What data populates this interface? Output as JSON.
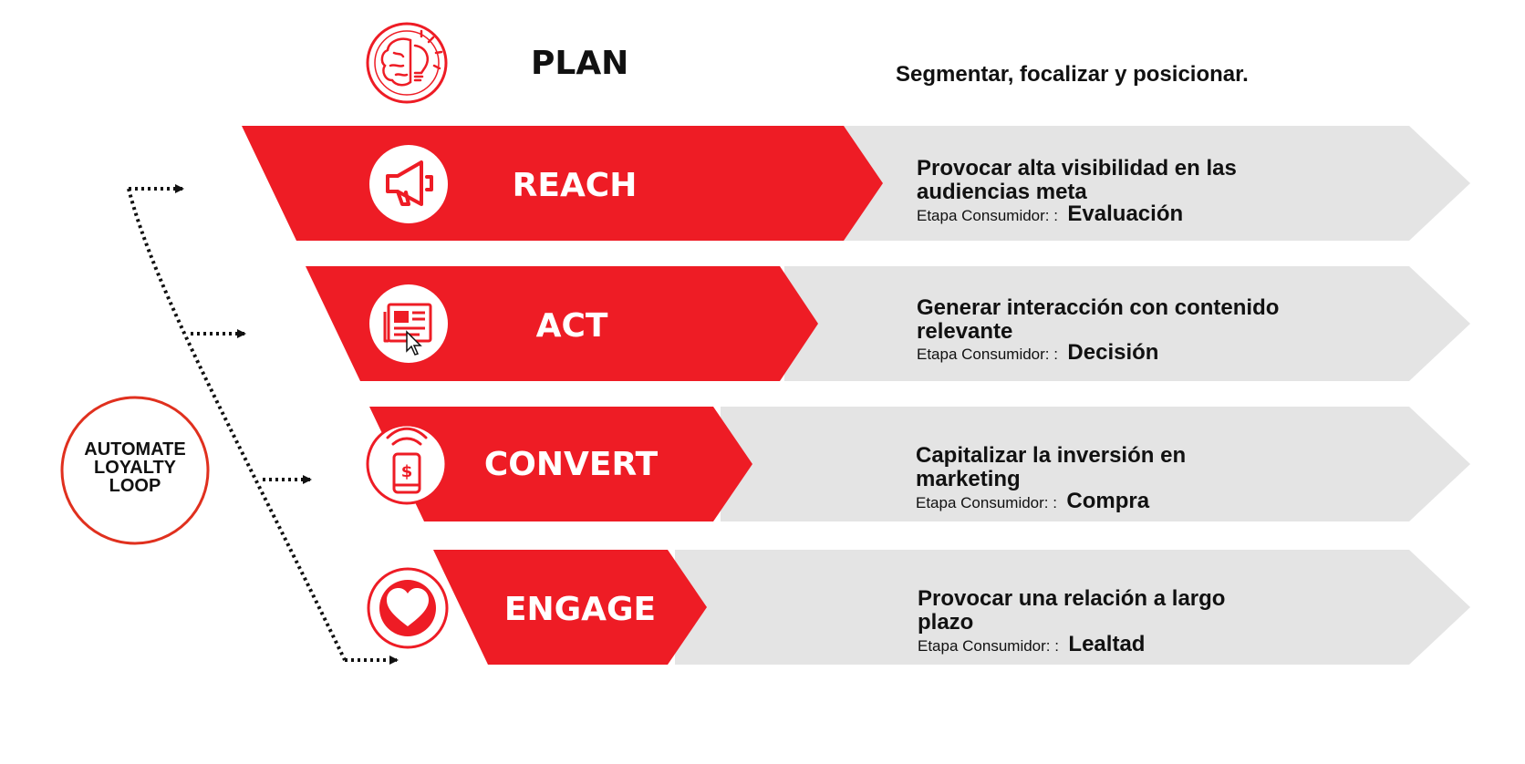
{
  "plan": {
    "title": "PLAN",
    "description": "Segmentar, focalizar y posicionar."
  },
  "stages": [
    {
      "name": "REACH",
      "description_lines": [
        "Provocar alta visibilidad en las",
        "audiencias meta"
      ],
      "phase_label": "Etapa Consumidor: :",
      "phase_value": "Evaluación",
      "icon": "megaphone-icon"
    },
    {
      "name": "ACT",
      "description_lines": [
        "Generar interacción con contenido",
        "relevante"
      ],
      "phase_label": "Etapa Consumidor: :",
      "phase_value": "Decisión",
      "icon": "click-article-icon"
    },
    {
      "name": "CONVERT",
      "description_lines": [
        "Capitalizar la inversión en",
        "marketing"
      ],
      "phase_label": "Etapa Consumidor: :",
      "phase_value": "Compra",
      "icon": "mobile-payment-icon"
    },
    {
      "name": "ENGAGE",
      "description_lines": [
        "Provocar una relación a largo",
        "plazo"
      ],
      "phase_label": "Etapa Consumidor: :",
      "phase_value": "Lealtad",
      "icon": "heart-icon"
    }
  ],
  "loop": {
    "lines": [
      "AUTOMATE",
      "LOYALTY",
      "LOOP"
    ]
  },
  "colors": {
    "accent_red": "#ee1c25",
    "arrow_gray": "#e4e4e4",
    "text_dark": "#111111"
  }
}
